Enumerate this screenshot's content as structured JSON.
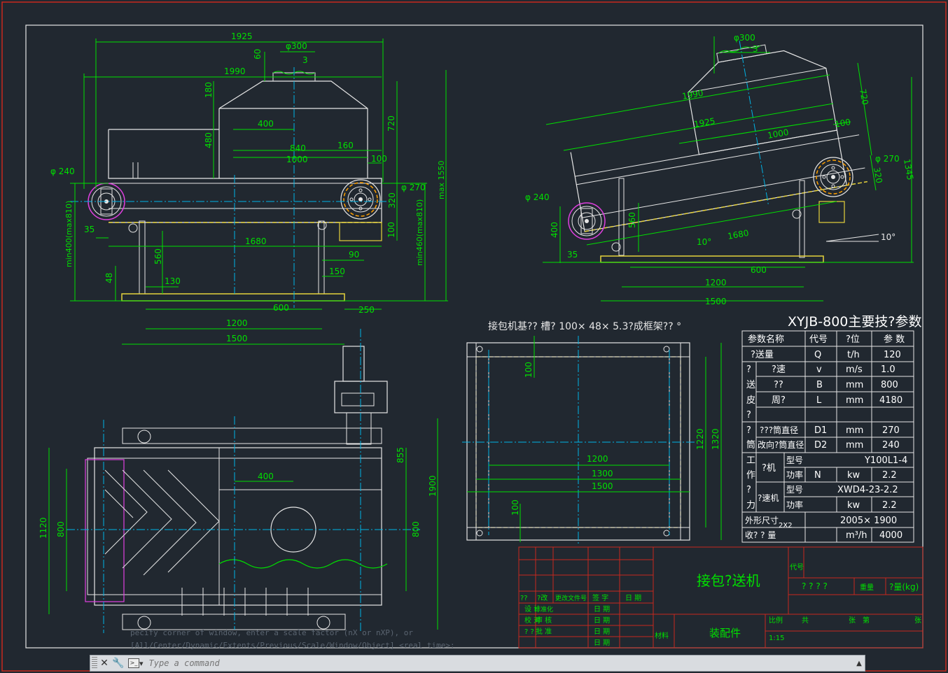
{
  "colors": {
    "bg": "#212830",
    "frame": "#c8281e",
    "line": "#e6e6e6",
    "dim": "#00e000",
    "center": "#00b4e6",
    "yellow": "#e6d23c",
    "magenta": "#e040e0",
    "orange": "#ffa000",
    "table_text": "#ffffff"
  },
  "view_front": {
    "dims": {
      "d1925": "1925",
      "d1990": "1990",
      "d300": "φ300",
      "d60": "60",
      "d3": "3",
      "d180": "180",
      "d720": "720",
      "d400": "400",
      "d480": "480",
      "d840": "840",
      "d1000": "1000",
      "d160": "160",
      "d100a": "100",
      "d240": "φ 240",
      "d270": "φ 270",
      "d320": "320",
      "d35": "35",
      "d1680": "1680",
      "d100b": "100",
      "d90": "90",
      "d150": "150",
      "d560": "560",
      "d48": "48",
      "d130": "130",
      "d600": "600",
      "d250": "250",
      "d1200": "1200",
      "d1500": "1500",
      "max1550": "max 1550",
      "min400": "min400(max810)",
      "min460": "min460(max810)"
    }
  },
  "view_side": {
    "dims": {
      "d300": "φ300",
      "d3": "3",
      "d1990": "1990",
      "d720": "720",
      "d1925": "1925",
      "d100": "100",
      "d1000": "1000",
      "d270": "φ 270",
      "d320": "320",
      "d1345": "1345",
      "d240": "φ 240",
      "d560": "560",
      "d400": "400",
      "d35": "35",
      "d10a": "10°",
      "d1680": "1680",
      "d10b": "10°",
      "d600": "600",
      "d1200": "1200",
      "d1500": "1500"
    }
  },
  "view_top": {
    "dims": {
      "d855": "855",
      "d1900": "1900",
      "d400": "400",
      "d1120": "1120",
      "d800a": "800",
      "d800b": "800"
    }
  },
  "base_view": {
    "title": "接包机基?? 槽? 100× 48× 5.3?成框架?? °",
    "dims": {
      "d100a": "100",
      "d100b": "100",
      "d1200": "1200",
      "d1300": "1300",
      "d1500": "1500",
      "d1220": "1220",
      "d1320": "1320"
    }
  },
  "spec": {
    "title": "XYJB-800主要技?参数",
    "header": [
      "参数名称",
      "代号",
      "?位",
      "参 数"
    ],
    "rows": [
      {
        "group": "",
        "name": "?送量",
        "code": "Q",
        "unit": "t/h",
        "value": "120"
      },
      {
        "group": "?",
        "name": "?速",
        "code": "v",
        "unit": "m/s",
        "value": "1.0"
      },
      {
        "group": "送",
        "name": "??",
        "code": "B",
        "unit": "mm",
        "value": "800"
      },
      {
        "group": "皮",
        "name": "周?",
        "code": "L",
        "unit": "mm",
        "value": "4180"
      },
      {
        "group": "?",
        "name": "",
        "code": "",
        "unit": "",
        "value": ""
      },
      {
        "group": "?",
        "name": "???筒直径",
        "code": "D1",
        "unit": "mm",
        "value": "270"
      },
      {
        "group": "筒",
        "name": "改向?筒直径",
        "code": "D2",
        "unit": "mm",
        "value": "240"
      }
    ],
    "work_group": [
      "工",
      "作",
      "?",
      "力"
    ],
    "motor_label": "?机",
    "reducer_label": "?速机",
    "motor_type_label": "型号",
    "motor_type": "Y100L1-4",
    "motor_power_label": "功率",
    "motor_power_code": "N",
    "motor_power_unit": "kw",
    "motor_power": "2.2",
    "reducer_type_label": "型号",
    "reducer_type": "XWD4-23-2.2",
    "reducer_power_label": "功率",
    "reducer_power_unit": "kw",
    "reducer_power": "2.2",
    "size_label": "外形尺寸",
    "size_extra": "2X2",
    "size_value": "2005× 1900",
    "capacity_label": "收? ? 量",
    "capacity_unit": "m³/h",
    "capacity_value": "4000"
  },
  "title_block": {
    "name": "接包?送机",
    "drawing_type": "装配件",
    "code_label": "代号",
    "q4": "? ? ? ?",
    "weight_label": "重量",
    "mass_label": "?量(kg)",
    "ratio_label": "比例",
    "ratio": "1:15",
    "sheet_label": "共",
    "zhang1": "张",
    "page_label": "第",
    "zhang2": "张",
    "material_label": "材料",
    "small_qq": "??",
    "small_change": "?改",
    "small_file": "更改文件号",
    "small_sign": "签 字",
    "small_date": "日 期",
    "r1a": "设 计",
    "r1b": "标准化",
    "r2a": "校 对",
    "r2b": "审 核",
    "r3a": "? ?",
    "r3b": "批 准",
    "d1": "日 期",
    "d2": "日 期",
    "d3": "日 期",
    "d4": "日 期"
  },
  "command": {
    "history1": "pecify corner of window, enter a scale factor (nX or nXP), or",
    "history2": "[All/Center/Dynamic/Extents/Previous/Scale/Window/Object] <real time>:",
    "placeholder": "Type a command"
  }
}
